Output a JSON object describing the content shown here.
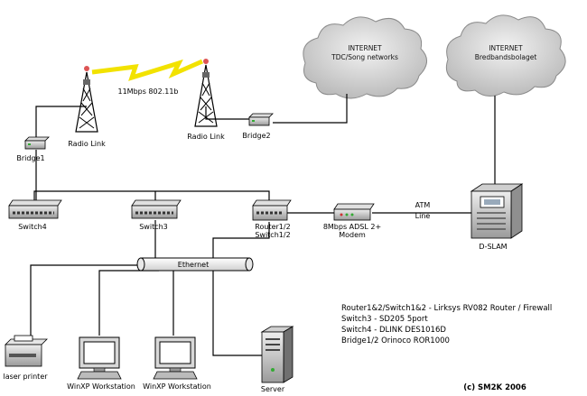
{
  "internet_left": {
    "title": "INTERNET",
    "subtitle": "TDC/Song networks"
  },
  "internet_right": {
    "title": "INTERNET",
    "subtitle": "Bredbandsbolaget"
  },
  "wireless_label": "11Mbps 802.11b",
  "radio_link_left": "Radio Link",
  "radio_link_right": "Radio Link",
  "bridge1": "Bridge1",
  "bridge2": "Bridge2",
  "switch4": "Switch4",
  "switch3": "Switch3",
  "router": {
    "line1": "Router1/2",
    "line2": "Switch1/2"
  },
  "modem": {
    "line1": "8Mbps ADSL 2+",
    "line2": "Modem"
  },
  "atm": {
    "line1": "ATM",
    "line2": "Line"
  },
  "dslam": "D-SLAM",
  "ethernet": "Ethernet",
  "laser_printer": "laser printer",
  "workstation1": "WinXP Workstation",
  "workstation2": "WinXP Workstation",
  "server": "Server",
  "legend": [
    "Router1&2/Switch1&2 - Lirksys RV082 Router / Firewall",
    "Switch3 - SD205 5port",
    "Switch4 - DLINK DES1016D",
    "Bridge1/2 Orinoco ROR1000"
  ],
  "copyright": "(c) SM2K 2006"
}
